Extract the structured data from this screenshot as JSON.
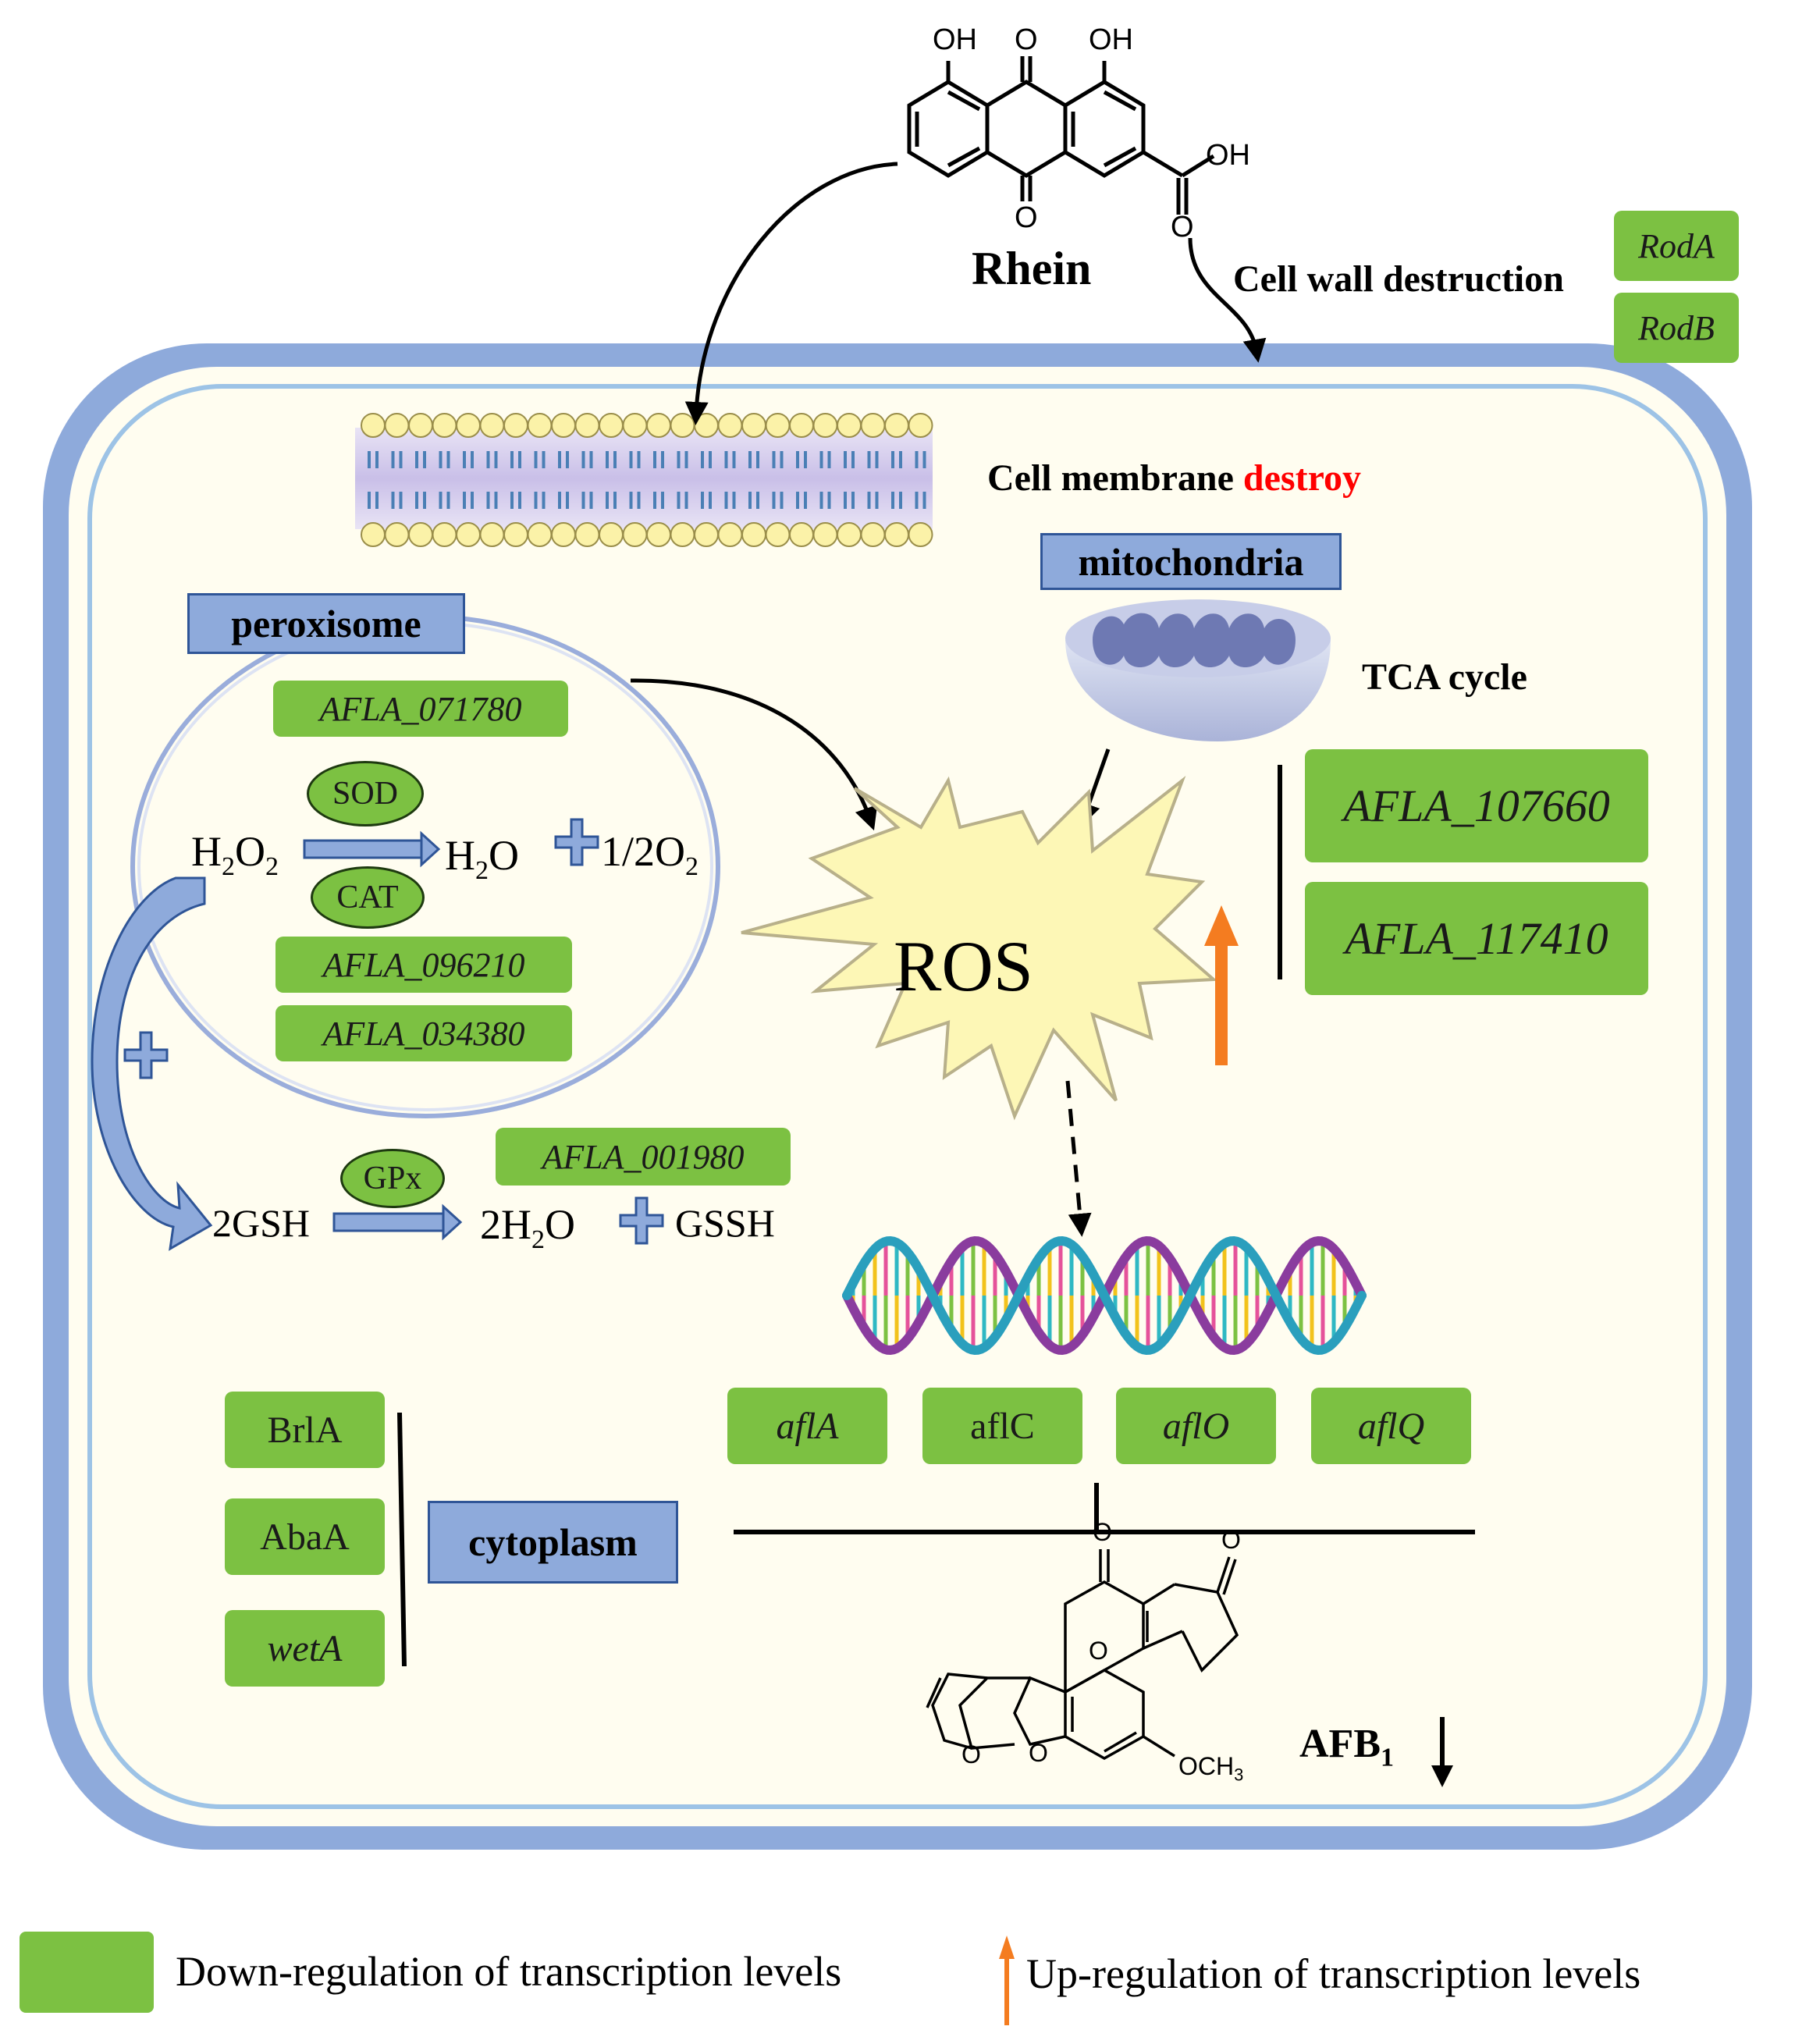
{
  "rhein": {
    "label": "Rhein",
    "oh_left": "OH",
    "o_top": "O",
    "oh_right": "OH",
    "oh_acid": "OH",
    "o_bottom": "O",
    "o_acid": "O"
  },
  "cell_wall": {
    "label": "Cell wall destruction",
    "genes": [
      "RodA",
      "RodB"
    ]
  },
  "membrane": {
    "label": "Cell membrane ",
    "label_red": "destroy"
  },
  "mitochondria": {
    "label": "mitochondria",
    "tca": "TCA cycle",
    "genes": [
      "AFLA_107660",
      "AFLA_117410"
    ]
  },
  "peroxisome": {
    "label": "peroxisome",
    "gene_top": "AFLA_071780",
    "sod": "SOD",
    "cat": "CAT",
    "h2o2_h": "H",
    "h2o2_2a": "2",
    "h2o2_o": "O",
    "h2o2_2b": "2",
    "h2o_h": "H",
    "h2o_2": "2",
    "h2o_o": "O",
    "o2_half": "1/2O",
    "o2_2": "2",
    "genes_bottom": [
      "AFLA_096210",
      "AFLA_034380"
    ]
  },
  "gsh": {
    "gpx": "GPx",
    "gene": "AFLA_001980",
    "reactant": "2GSH",
    "p1_a": "2H",
    "p1_2": "2",
    "p1_b": "O",
    "p2": "GSSH"
  },
  "ros": {
    "label": "ROS"
  },
  "afl_genes": [
    {
      "name": "aflA",
      "italic": true
    },
    {
      "name": "aflC",
      "italic": false
    },
    {
      "name": "aflO",
      "italic": true
    },
    {
      "name": "aflQ",
      "italic": true
    }
  ],
  "cytoplasm": {
    "label": "cytoplasm",
    "genes": [
      {
        "name": "BrlA",
        "italic": false
      },
      {
        "name": "AbaA",
        "italic": false
      },
      {
        "name": "wetA",
        "italic": true
      }
    ]
  },
  "afb1": {
    "label": "AFB",
    "sub": "1",
    "o1": "O",
    "o2": "O",
    "o3": "O",
    "o4": "O",
    "o5": "O",
    "och3": "OCH",
    "och3_sub": "3"
  },
  "legend": {
    "down": "Down-regulation of transcription levels",
    "up": "Up-regulation of transcription levels"
  },
  "colors": {
    "green": "#7cc142",
    "blue_box": "#8eaadb",
    "cell_wall": "#8eaadb",
    "orange": "#f47c20",
    "ros_fill": "#fdf7b6",
    "red": "#ff0000"
  }
}
